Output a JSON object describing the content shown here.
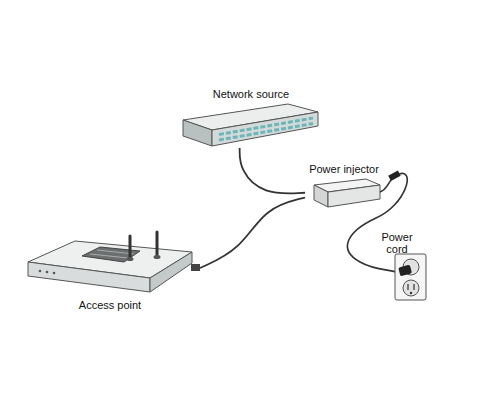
{
  "diagram": {
    "nodes": [
      {
        "text": [
          "Network source"
        ]
      },
      {
        "text": [
          "Power injector"
        ]
      },
      {
        "text": [
          "Access point"
        ]
      }
    ],
    "edges": [
      {
        "from": 0,
        "to": 1,
        "arrow": "none"
      },
      {
        "from": 1,
        "to": 2,
        "arrow": "none"
      }
    ],
    "labels": [
      "Power cord"
    ]
  }
}
